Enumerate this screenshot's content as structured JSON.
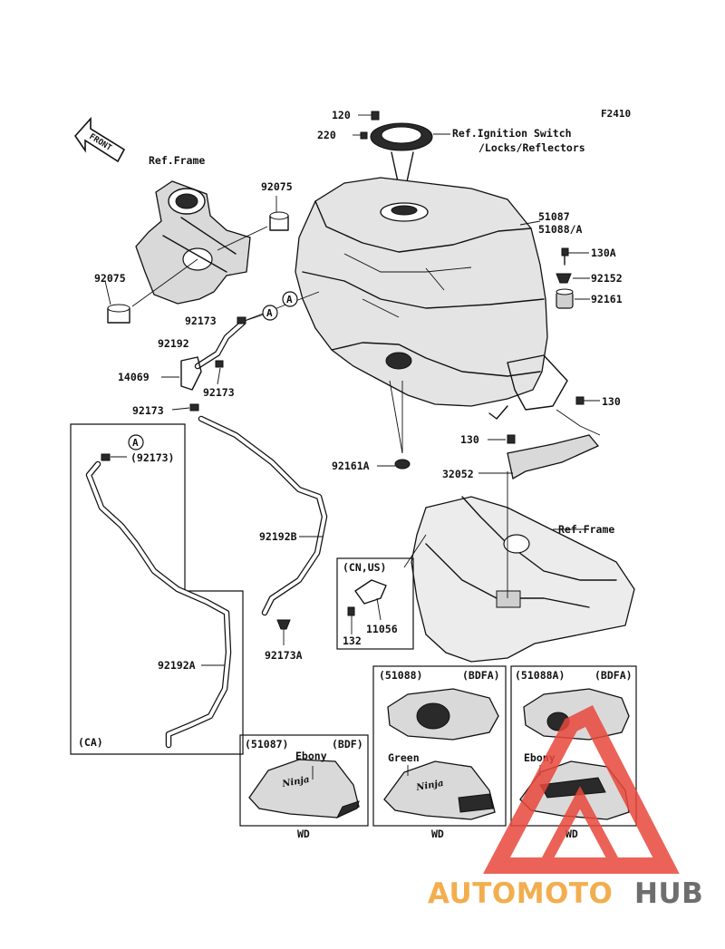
{
  "figure_code": "F2410",
  "front_label": "FRONT",
  "labels": {
    "p120": "120",
    "p220": "220",
    "ref_ignition_line1": "Ref.Ignition Switch",
    "ref_ignition_line2": "/Locks/Reflectors",
    "ref_frame_top": "Ref.Frame",
    "p92075_a": "92075",
    "p92075_b": "92075",
    "p51087": "51087",
    "p51088A": "51088/A",
    "p130A": "130A",
    "p92152": "92152",
    "p92161": "92161",
    "p92173_a": "92173",
    "p92192": "92192",
    "p14069": "14069",
    "p92173_b": "92173",
    "p92173_c": "92173",
    "p130_right": "130",
    "p130_mid": "130",
    "p92161A": "92161A",
    "p32052": "32052",
    "ref_frame_right": "Ref.Frame",
    "p92192B": "92192B",
    "p92173A": "92173A",
    "cn_us": "(CN,US)",
    "p11056": "11056",
    "p132": "132",
    "callout_a1": "A",
    "callout_a2": "A",
    "callout_a3": "A",
    "ca_92173": "(92173)",
    "p92192A": "92192A",
    "ca_label": "(CA)"
  },
  "variants": [
    {
      "part": "(51087)",
      "code": "(BDF)",
      "color": "Ebony",
      "wd": "WD"
    },
    {
      "part": "(51088)",
      "code": "(BDFA)",
      "color": "Green",
      "wd": "WD"
    },
    {
      "part": "(51088A)",
      "code": "(BDFA)",
      "color": "Ebony",
      "wd": "WD"
    }
  ],
  "watermark": {
    "part1": "AUTOMOTO",
    "part2": "HUB",
    "color1": "#f0a030",
    "color2": "#555555",
    "triangle_color": "#e8483c"
  }
}
